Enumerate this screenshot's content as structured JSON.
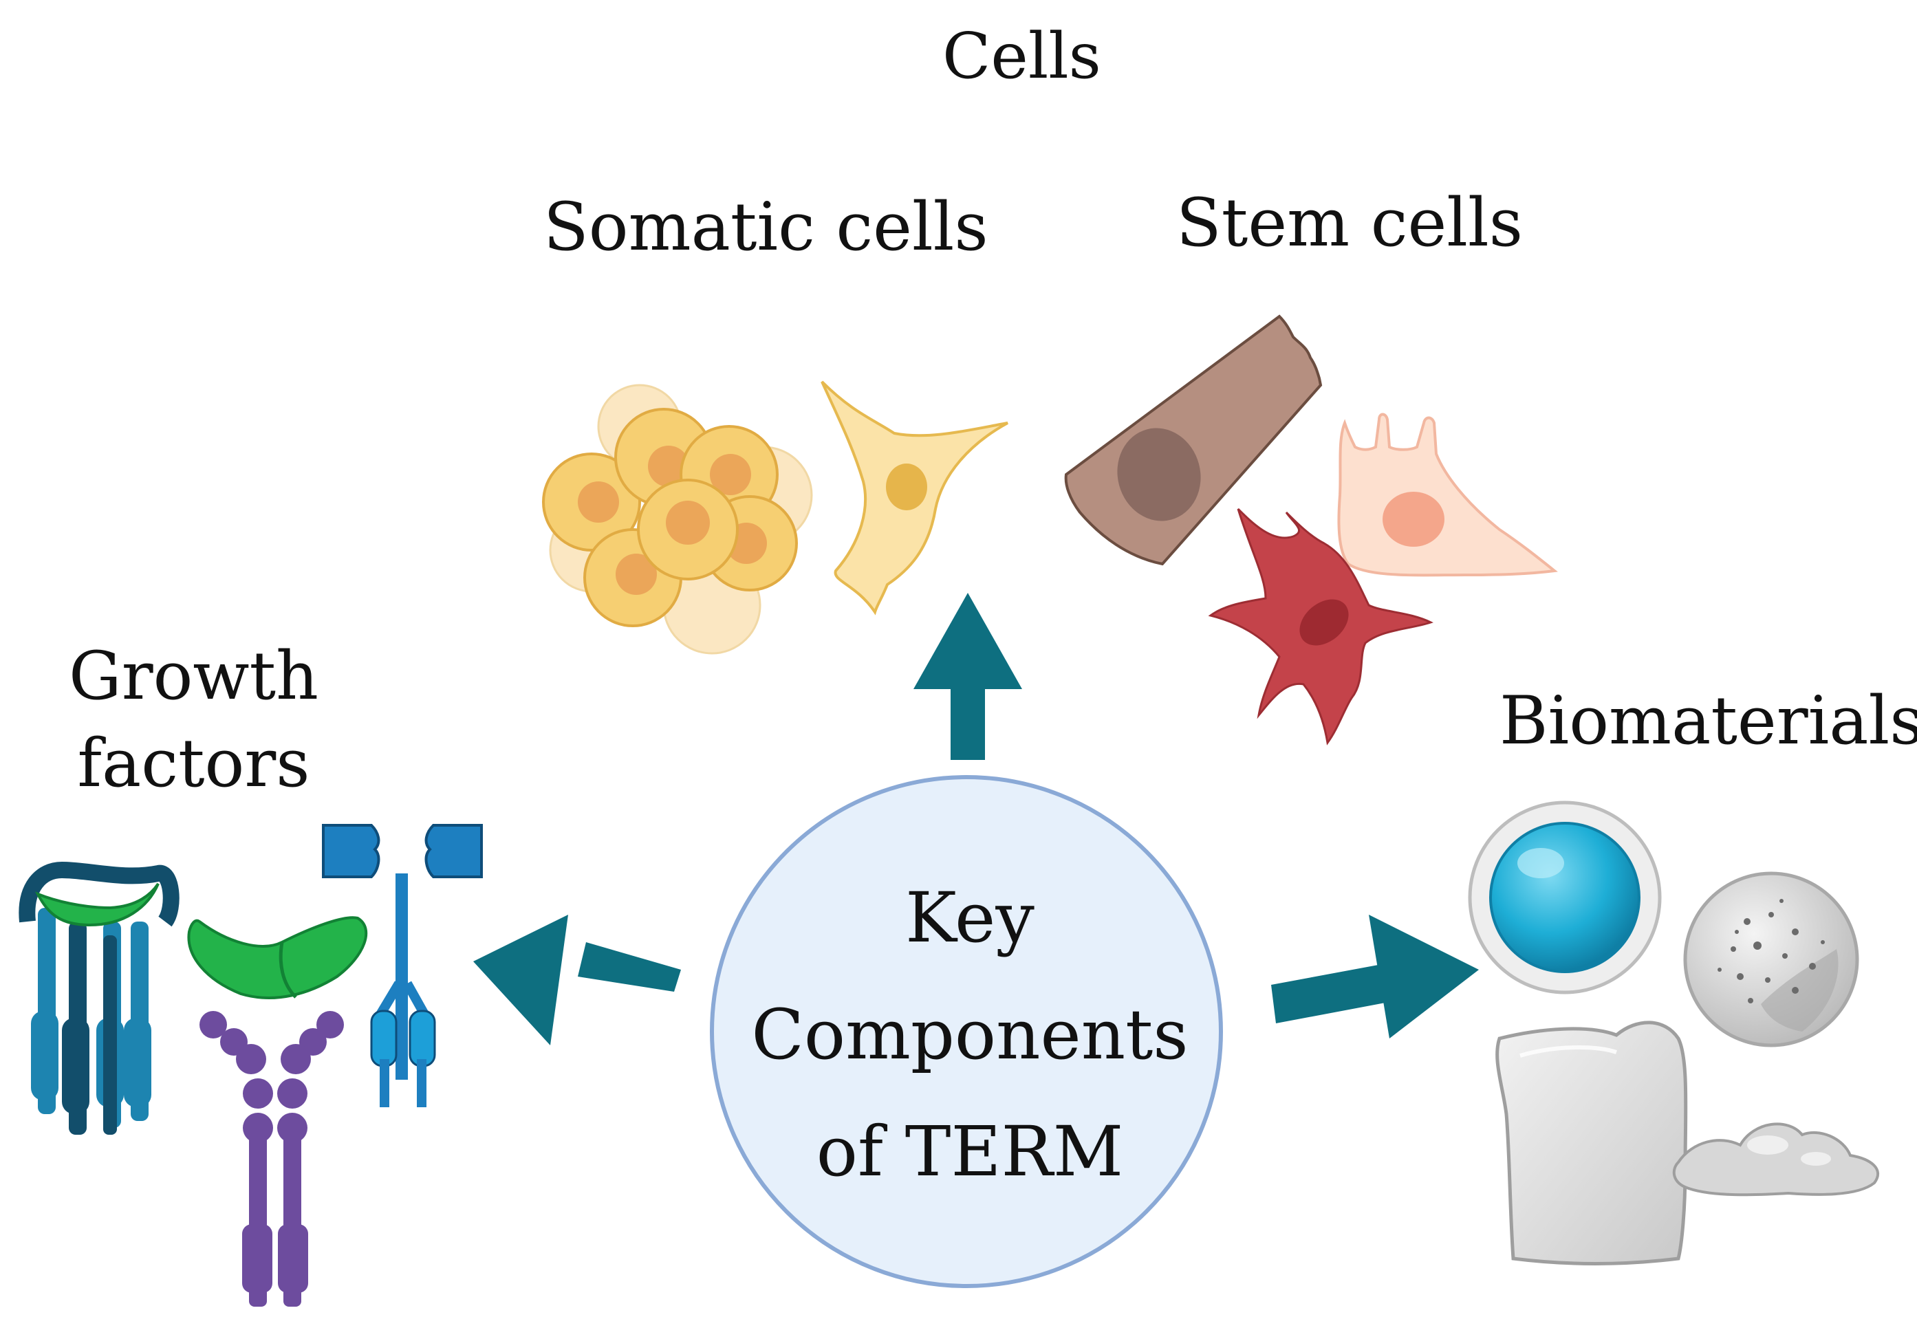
{
  "cells_title": "Cells",
  "somatic_cells_label": "Somatic cells",
  "stem_cells_label": "Stem cells",
  "growth_factors_label": [
    "Growth",
    "factors"
  ],
  "biomaterials_label": "Biomaterials",
  "center_label": [
    "Key",
    "Components",
    "of TERM"
  ],
  "colors": {
    "arrow": "#0e6f80",
    "center_fill": "#e6f0fb",
    "center_stroke": "#8aa9d6",
    "somatic_cell": "#f6d27a",
    "stem_brown": "#b48f80",
    "stem_red": "#c4434a",
    "stem_peach": "#fde0cf",
    "biomaterial_blue": "#1eaed6",
    "growth_green": "#23b34a",
    "growth_purple": "#6d4c9e",
    "growth_blue": "#1d7fc0"
  },
  "icons": [
    "somatic-cell-cluster-icon",
    "fibroblast-cell-icon",
    "epithelial-stem-cell-icon",
    "peach-stem-cell-icon",
    "red-stem-cell-icon",
    "growth-factor-receptor-icon",
    "antibody-icon",
    "biomaterial-sphere-icon",
    "porous-scaffold-icon",
    "film-sheet-icon",
    "hydrogel-icon"
  ]
}
